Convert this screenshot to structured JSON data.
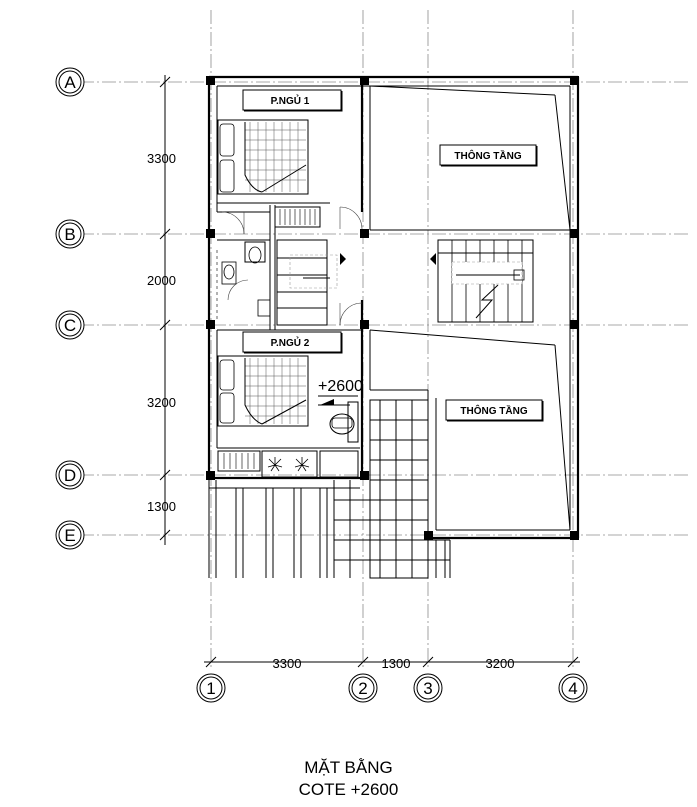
{
  "grid_rows": [
    {
      "id": "A"
    },
    {
      "id": "B"
    },
    {
      "id": "C"
    },
    {
      "id": "D"
    },
    {
      "id": "E"
    }
  ],
  "grid_cols": [
    {
      "id": "1"
    },
    {
      "id": "2"
    },
    {
      "id": "3"
    },
    {
      "id": "4"
    }
  ],
  "dims_vertical": [
    "3300",
    "2000",
    "3200",
    "1300"
  ],
  "dims_horizontal": [
    "3300",
    "1300",
    "3200"
  ],
  "rooms": {
    "bedroom1": "P.NGỦ 1",
    "bedroom2": "P.NGỦ 2",
    "void_top": "THÔNG TẦNG",
    "void_bottom": "THÔNG TẦNG"
  },
  "elevation_mark": "+2600",
  "caption": {
    "line1": "MẶT BẰNG",
    "line2": "COTE +2600"
  }
}
